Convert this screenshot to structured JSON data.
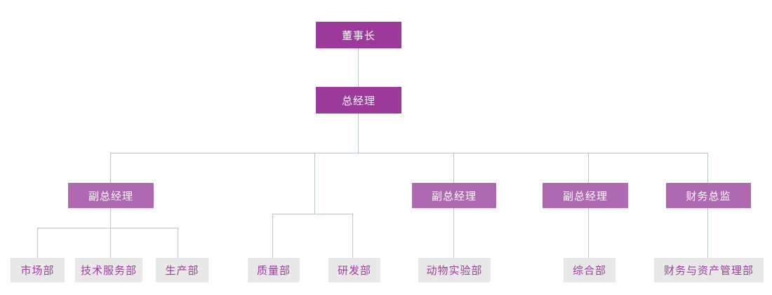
{
  "org_chart": {
    "type": "organization-chart",
    "chairman": {
      "label": "董事长"
    },
    "general_manager": {
      "label": "总经理"
    },
    "branches": [
      {
        "manager": "副总经理",
        "departments": [
          "市场部",
          "技术服务部",
          "生产部"
        ]
      },
      {
        "manager": "",
        "departments": [
          "质量部",
          "研发部"
        ]
      },
      {
        "manager": "副总经理",
        "departments": [
          "动物实验部"
        ]
      },
      {
        "manager": "副总经理",
        "departments": [
          "综合部"
        ]
      },
      {
        "manager": "财务总监",
        "departments": [
          "财务与资产管理部"
        ]
      }
    ],
    "colors": {
      "executive_box": "#9c3a9b",
      "manager_box": "#b069b0",
      "department_box": "#e9e8e9",
      "executive_text": "#ffffff",
      "department_text": "#9c3d9c",
      "connector_line": "#b9c5cd"
    }
  }
}
